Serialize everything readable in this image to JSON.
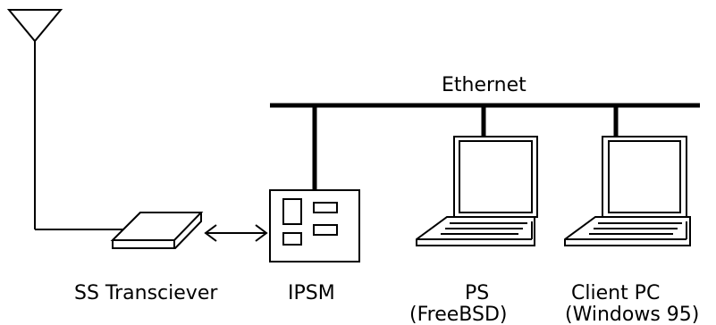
{
  "network": {
    "label": "Ethernet"
  },
  "devices": {
    "transceiver": {
      "label": "SS Transciever"
    },
    "ipsm": {
      "label": "IPSM"
    },
    "ps": {
      "label": "PS",
      "os": "(FreeBSD)"
    },
    "client": {
      "label": "Client PC",
      "os": "(Windows 95)"
    }
  }
}
